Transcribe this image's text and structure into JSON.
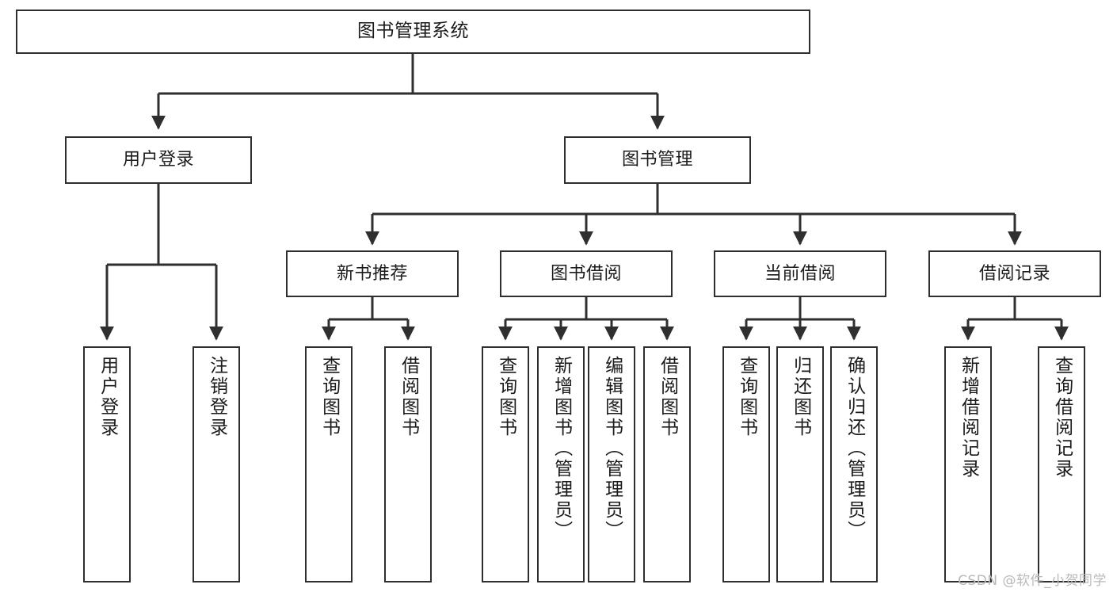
{
  "diagram": {
    "title": "图书管理系统",
    "type": "tree",
    "watermark": "CSDN @软件_小贺同学",
    "colors": {
      "stroke": "#2f2f2f",
      "fill": "#ffffff",
      "text": "#1b1b1b",
      "watermark": "#b9b9b9"
    },
    "nodes": {
      "root": {
        "label": "图书管理系统"
      },
      "level1": [
        {
          "id": "user-login",
          "label": "用户登录"
        },
        {
          "id": "book-manage",
          "label": "图书管理"
        }
      ],
      "level2": [
        {
          "id": "new-book-recommend",
          "label": "新书推荐"
        },
        {
          "id": "book-borrow",
          "label": "图书借阅"
        },
        {
          "id": "current-borrow",
          "label": "当前借阅"
        },
        {
          "id": "borrow-record",
          "label": "借阅记录"
        }
      ],
      "leaves": [
        {
          "id": "leaf-user-login",
          "label": "用户登录"
        },
        {
          "id": "leaf-user-logout",
          "label": "注销登录"
        },
        {
          "id": "leaf-query-book-1",
          "label": "查询图书"
        },
        {
          "id": "leaf-borrow-book-1",
          "label": "借阅图书"
        },
        {
          "id": "leaf-query-book-2",
          "label": "查询图书"
        },
        {
          "id": "leaf-add-book",
          "label": "新增图书（管理员）"
        },
        {
          "id": "leaf-edit-book",
          "label": "编辑图书（管理员）"
        },
        {
          "id": "leaf-borrow-book-2",
          "label": "借阅图书"
        },
        {
          "id": "leaf-query-book-3",
          "label": "查询图书"
        },
        {
          "id": "leaf-return-book",
          "label": "归还图书"
        },
        {
          "id": "leaf-confirm-return",
          "label": "确认归还（管理员）"
        },
        {
          "id": "leaf-add-record",
          "label": "新增借阅记录"
        },
        {
          "id": "leaf-query-record",
          "label": "查询借阅记录"
        }
      ]
    }
  }
}
